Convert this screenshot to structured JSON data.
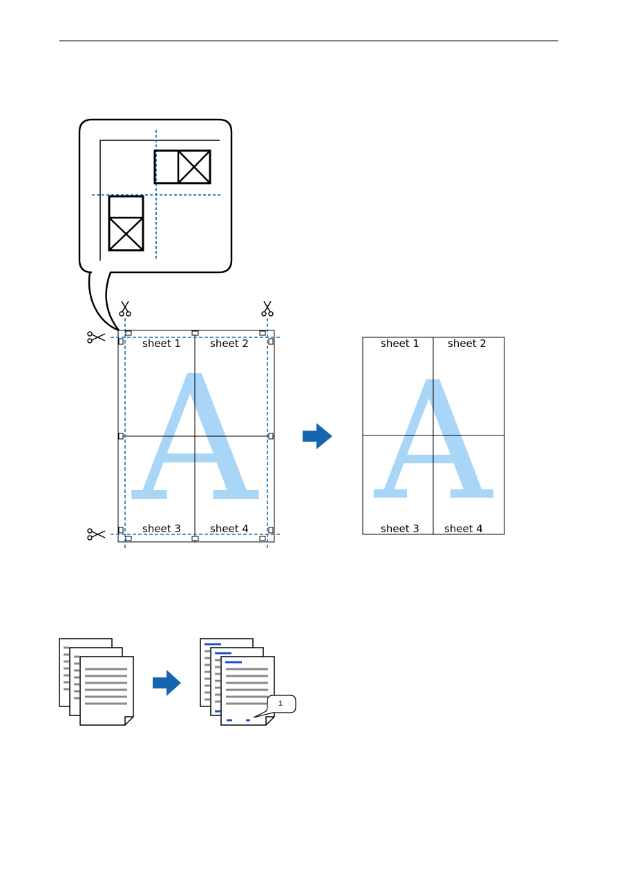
{
  "poster_layout": {
    "left_labels": [
      "sheet 1",
      "sheet 2",
      "sheet 3",
      "sheet 4"
    ],
    "right_labels": [
      "sheet 1",
      "sheet 2",
      "sheet 3",
      "sheet 4"
    ],
    "watermark_letter": "A"
  },
  "page_number_example": {
    "badge_text": "1"
  },
  "colors": {
    "cut_line": "#1f6fb5",
    "arrow": "#1565b0",
    "watermark": "#a9d5f7",
    "doc_lines": "#888888",
    "blue_marks": "#1e4fd0"
  },
  "icons": [
    "scissors-icon",
    "arrow-right-icon",
    "alignment-mark-icon",
    "document-stack-icon",
    "callout-icon"
  ]
}
